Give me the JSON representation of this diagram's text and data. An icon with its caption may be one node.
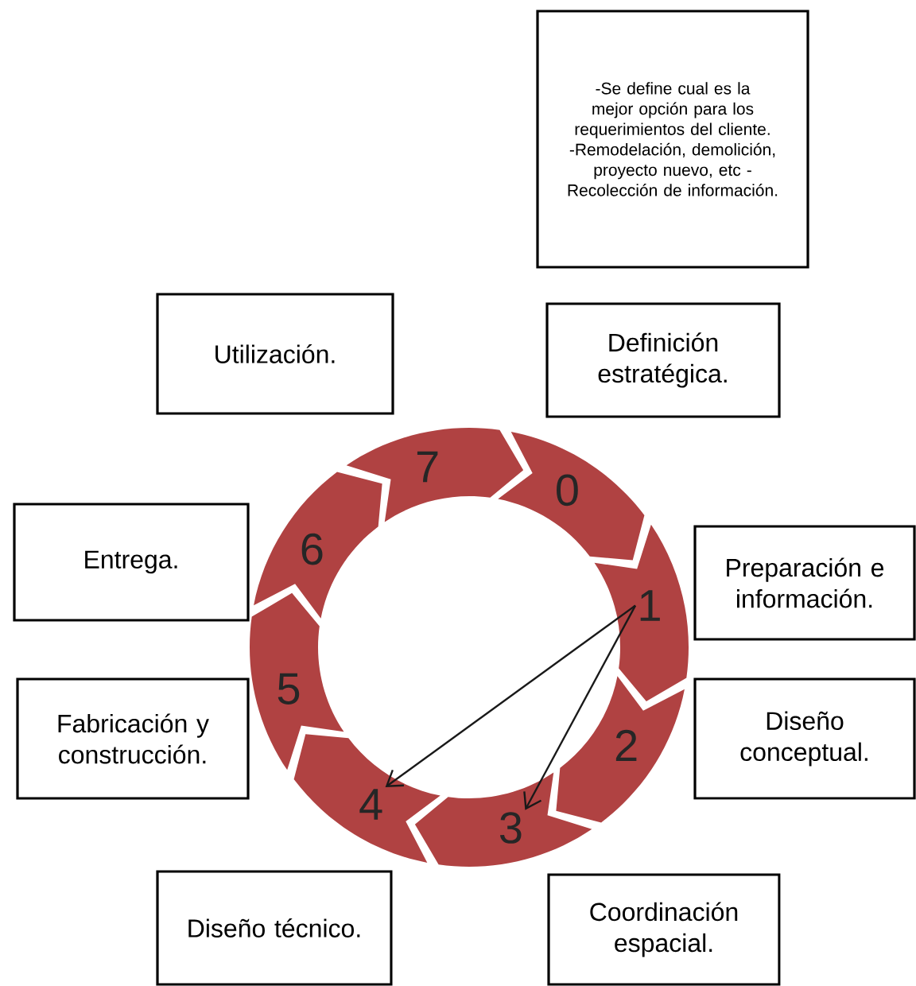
{
  "diagram": {
    "nodes": [
      {
        "text": [
          "-Se define cual es la mejor opción para los requerimientos del cliente. -Remodelación, demolición, proyecto nuevo, etc -Recolección de información."
        ]
      },
      {
        "text": [
          "Utilización."
        ]
      },
      {
        "text": [
          "Definición estratégica."
        ]
      },
      {
        "text": [
          "Entrega."
        ]
      },
      {
        "text": [
          "Preparación e información."
        ]
      },
      {
        "text": [
          "Fabricación y construcción."
        ]
      },
      {
        "text": [
          "Diseño conceptual."
        ]
      },
      {
        "text": [
          "Diseño técnico."
        ]
      },
      {
        "text": [
          "Coordinación espacial."
        ]
      },
      {
        "text": [
          "0"
        ]
      },
      {
        "text": [
          "1"
        ]
      },
      {
        "text": [
          "2"
        ]
      },
      {
        "text": [
          "3"
        ]
      },
      {
        "text": [
          "4"
        ]
      },
      {
        "text": [
          "5"
        ]
      },
      {
        "text": [
          "6"
        ]
      },
      {
        "text": [
          "7"
        ]
      }
    ],
    "edges": [
      {
        "from": 10,
        "to": 12,
        "arrow": "to"
      },
      {
        "from": 10,
        "to": 13,
        "arrow": "to"
      }
    ]
  }
}
